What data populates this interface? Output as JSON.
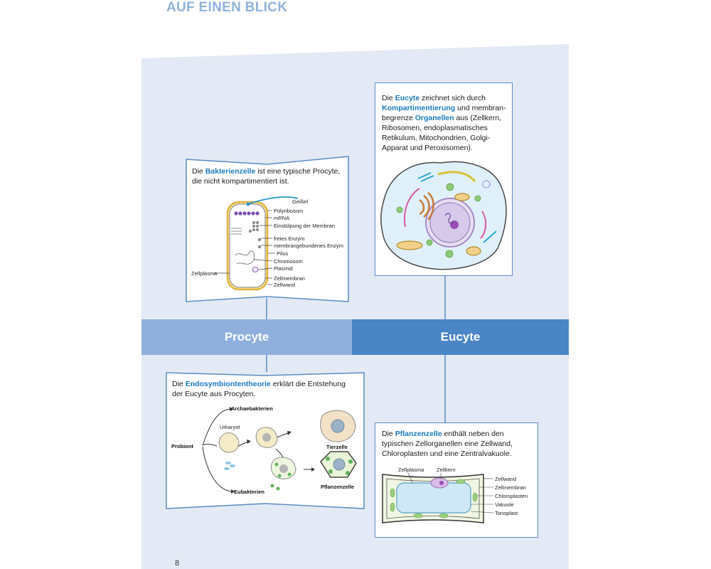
{
  "header": {
    "title": "AUF EINEN BLICK"
  },
  "bars": {
    "procyte": "Procyte",
    "eucyte": "Eucyte"
  },
  "bacteria_card": {
    "t1": "Die ",
    "h1": "Bakterienzelle",
    "t2": " ist eine typische Procyte, die nicht kompartimentiert ist.",
    "labels": [
      "Geißel",
      "Polyribosom",
      "mRNA",
      "Einstülpung der Membran",
      "freies Enzym",
      "membrangebundenes Enzym",
      "Pilus",
      "Chromosom",
      "Plasmid",
      "Zellmembran",
      "Zellwand",
      "Zellplasma"
    ]
  },
  "eucyte_card": {
    "t1": "Die ",
    "h1": "Eucyte",
    "t2": " zeichnet sich durch ",
    "h2": "Kompartimentierung",
    "t3": " und membran-begrenze ",
    "h3": "Organellen",
    "t4": " aus (Zellkern, Ribosomen, endoplasmatisches Retikulum, Mitochondrien, Golgi-Apparat und Peroxisomen)."
  },
  "endo_card": {
    "t1": "Die ",
    "h1": "Endosymbiontentheorie",
    "t2": " erklärt die Entstehung der Eucyte aus Procyten.",
    "labels": {
      "archae": "Archaebakterien",
      "urkaryot": "Urkaryot",
      "probiont": "Probiont",
      "tierzelle": "Tierzelle",
      "eubakterien": "Eubakterien",
      "pflanzenzelle": "Pflanzenzelle"
    }
  },
  "plant_card": {
    "t1": "Die ",
    "h1": "Pflanzenzelle",
    "t2": " enthält neben den typischen Zellorganellen eine Zellwand, Chloroplasten und eine Zentralvakuole.",
    "labels": {
      "zellplasma": "Zellplasma",
      "zellkern": "Zellkern",
      "zellwand": "Zellwand",
      "zellmembran": "Zellmembran",
      "chloroplasten": "Chloroplasten",
      "vakuole": "Vakuole",
      "tonoplast": "Tonoplast"
    }
  },
  "page_number": "8",
  "colors": {
    "panel_bg": "#e3eaf5",
    "bar_procyte": "#8fb0dc",
    "bar_eucyte": "#4a85c5",
    "accent": "#1a7ac0"
  }
}
